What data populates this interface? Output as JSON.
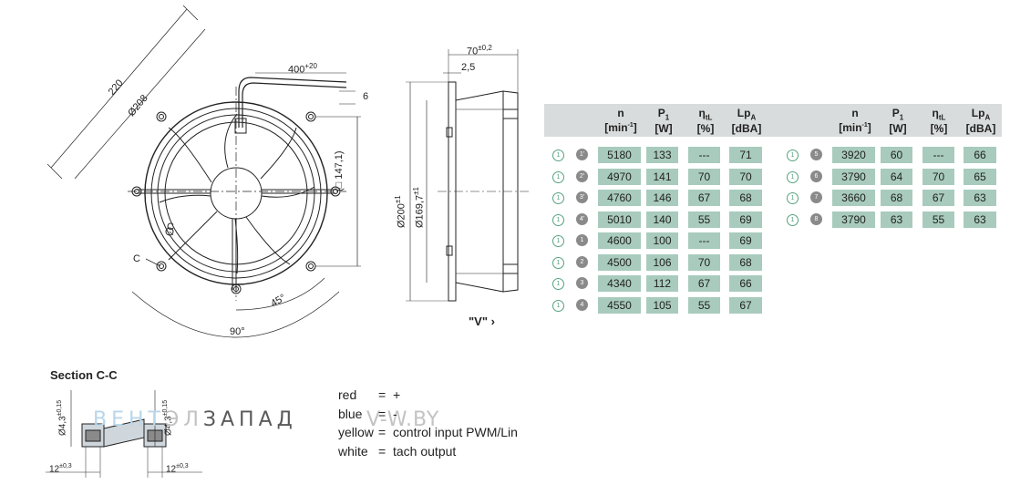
{
  "drawing": {
    "dims_front": {
      "d220": "220",
      "d208": "Ø208",
      "cable": "400",
      "cable_tol": "+20",
      "d6": "6",
      "sq": "(□ 147,1)",
      "c1": "C",
      "c2": "C",
      "a45": "45°",
      "a90": "90°"
    },
    "dims_side": {
      "w70": "70",
      "w70_tol": "±0,2",
      "w25": "2,5",
      "d200": "Ø200",
      "d200_tol": "±1",
      "d169": "Ø169,7",
      "d169_tol": "±1",
      "view": "\"V\" ›"
    },
    "section": {
      "title": "Section C-C",
      "d43a": "Ø4,3",
      "d43a_tol": "±0,15",
      "d43b": "Ø4,3",
      "d43b_tol": "±0,15",
      "w12a": "12",
      "w12a_tol": "±0,3",
      "w12b": "12",
      "w12b_tol": "±0,3"
    }
  },
  "legend": [
    {
      "color": "red",
      "eq": "=",
      "desc": "+"
    },
    {
      "color": "blue",
      "eq": "=",
      "desc": "-"
    },
    {
      "color": "yellow",
      "eq": "=",
      "desc": "control input PWM/Lin"
    },
    {
      "color": "white",
      "eq": "=",
      "desc": "tach output"
    }
  ],
  "watermark": {
    "part1": "ВЕНТ",
    "part2": "ЭЛ",
    "part3": "ЗАПАД",
    "part4": "V-W.BY"
  },
  "table": {
    "headers": {
      "n": "n",
      "n_unit": "[min",
      "n_sup": "-1",
      "n_close": "]",
      "p": "P",
      "p_sub": "1",
      "p_unit": "[W]",
      "eta": "η",
      "eta_sub": "tL",
      "eta_unit": "[%]",
      "lp": "Lp",
      "lp_sub": "A",
      "lp_unit": "[dBA]"
    },
    "left_rows": [
      {
        "c1": "1",
        "c2": "1'",
        "n": "5180",
        "p": "133",
        "eta": "---",
        "lp": "71"
      },
      {
        "c1": "1",
        "c2": "2'",
        "n": "4970",
        "p": "141",
        "eta": "70",
        "lp": "70"
      },
      {
        "c1": "1",
        "c2": "3'",
        "n": "4760",
        "p": "146",
        "eta": "67",
        "lp": "68"
      },
      {
        "c1": "1",
        "c2": "4'",
        "n": "5010",
        "p": "140",
        "eta": "55",
        "lp": "69"
      },
      {
        "c1": "1",
        "c2": "1",
        "n": "4600",
        "p": "100",
        "eta": "---",
        "lp": "69"
      },
      {
        "c1": "1",
        "c2": "2",
        "n": "4500",
        "p": "106",
        "eta": "70",
        "lp": "68"
      },
      {
        "c1": "1",
        "c2": "3",
        "n": "4340",
        "p": "112",
        "eta": "67",
        "lp": "66"
      },
      {
        "c1": "1",
        "c2": "4",
        "n": "4550",
        "p": "105",
        "eta": "55",
        "lp": "67"
      }
    ],
    "right_rows": [
      {
        "c1": "1",
        "c2": "5",
        "n": "3920",
        "p": "60",
        "eta": "---",
        "lp": "66"
      },
      {
        "c1": "1",
        "c2": "6",
        "n": "3790",
        "p": "64",
        "eta": "70",
        "lp": "65"
      },
      {
        "c1": "1",
        "c2": "7",
        "n": "3660",
        "p": "68",
        "eta": "67",
        "lp": "63"
      },
      {
        "c1": "1",
        "c2": "8",
        "n": "3790",
        "p": "63",
        "eta": "55",
        "lp": "63"
      }
    ]
  },
  "colors": {
    "cell": "#a8cbbd",
    "header": "#d9dcdc",
    "circle": "#56a37e",
    "circle_fill": "#8a8a8a"
  }
}
